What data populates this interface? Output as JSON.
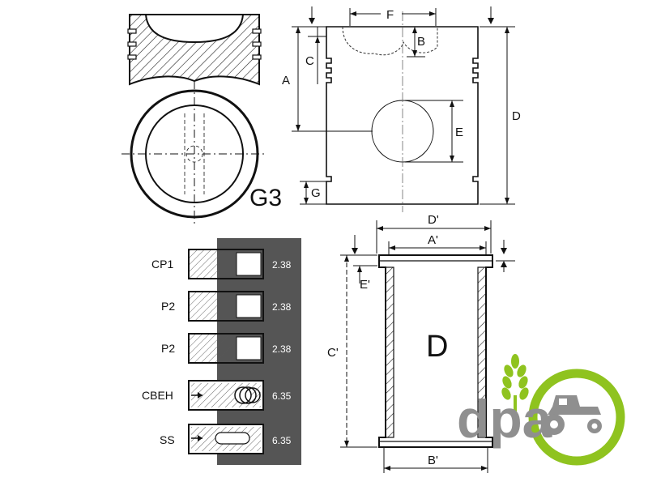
{
  "piston": {
    "model_label": "G3",
    "dimensions": {
      "a": "A",
      "b": "B",
      "c": "C",
      "d": "D",
      "e": "E",
      "f": "F",
      "g": "G"
    }
  },
  "rings": [
    {
      "label": "CP1",
      "value": "2.38"
    },
    {
      "label": "P2",
      "value": "2.38"
    },
    {
      "label": "P2",
      "value": "2.38"
    },
    {
      "label": "CBEH",
      "value": "6.35"
    },
    {
      "label": "SS",
      "value": "6.35"
    }
  ],
  "liner": {
    "center_label": "D",
    "dimensions": {
      "a": "A'",
      "b": "B'",
      "c": "C'",
      "d": "D'",
      "e": "E'"
    }
  },
  "logo": {
    "text": "dpa",
    "accent_color": "#8fc31f",
    "text_color": "#8f8f8f",
    "icon": "tractor-icon"
  }
}
